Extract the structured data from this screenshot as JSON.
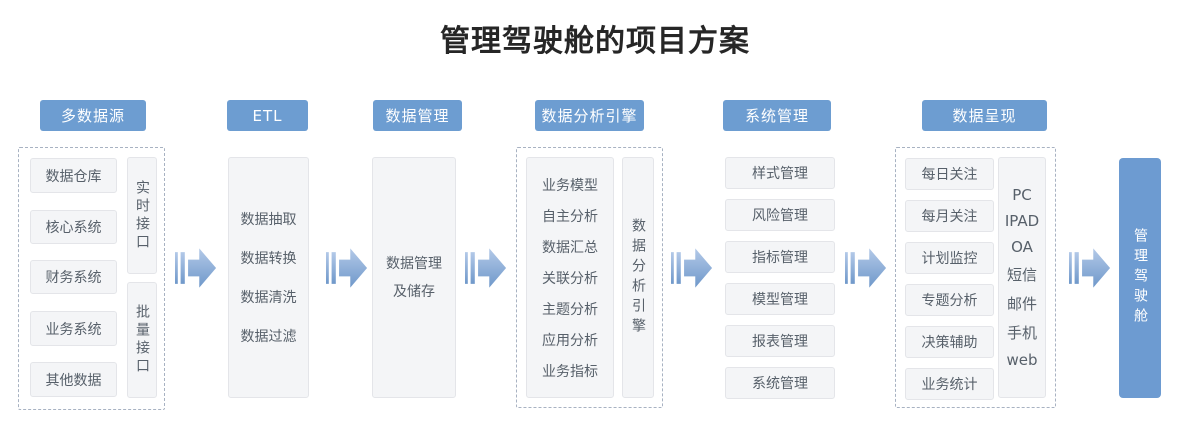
{
  "title": "管理驾驶舱的项目方案",
  "columns": {
    "sources": {
      "header": "多数据源",
      "items": [
        "数据仓库",
        "核心系统",
        "财务系统",
        "业务系统",
        "其他数据"
      ],
      "interfaces": [
        "实时接口",
        "批量接口"
      ]
    },
    "etl": {
      "header": "ETL",
      "steps": [
        "数据抽取",
        "数据转换",
        "数据清洗",
        "数据过滤"
      ]
    },
    "data_mgmt": {
      "header": "数据管理",
      "label_line1": "数据管理",
      "label_line2": "及储存"
    },
    "analysis": {
      "header": "数据分析引擎",
      "items": [
        "业务模型",
        "自主分析",
        "数据汇总",
        "关联分析",
        "主题分析",
        "应用分析",
        "业务指标"
      ],
      "engine_label": "数据分析引擎"
    },
    "system": {
      "header": "系统管理",
      "items": [
        "样式管理",
        "风险管理",
        "指标管理",
        "模型管理",
        "报表管理",
        "系统管理"
      ]
    },
    "presentation": {
      "header": "数据呈现",
      "items": [
        "每日关注",
        "每月关注",
        "计划监控",
        "专题分析",
        "决策辅助",
        "业务统计"
      ],
      "channels": [
        "PC",
        "IPAD",
        "OA",
        "短信",
        "邮件",
        "手机",
        "web"
      ]
    }
  },
  "result_label": "管理驾驶舱",
  "colors": {
    "accent_blue": "#6d9dd1",
    "box_fill": "#f4f5f7",
    "box_border": "#e4e5e9",
    "dashed_border": "#a8b2c2",
    "text_gray": "#57606a",
    "title_color": "#262626",
    "arrow_gradient_top": "#b3c9e8",
    "arrow_gradient_bottom": "#6f98ca"
  }
}
